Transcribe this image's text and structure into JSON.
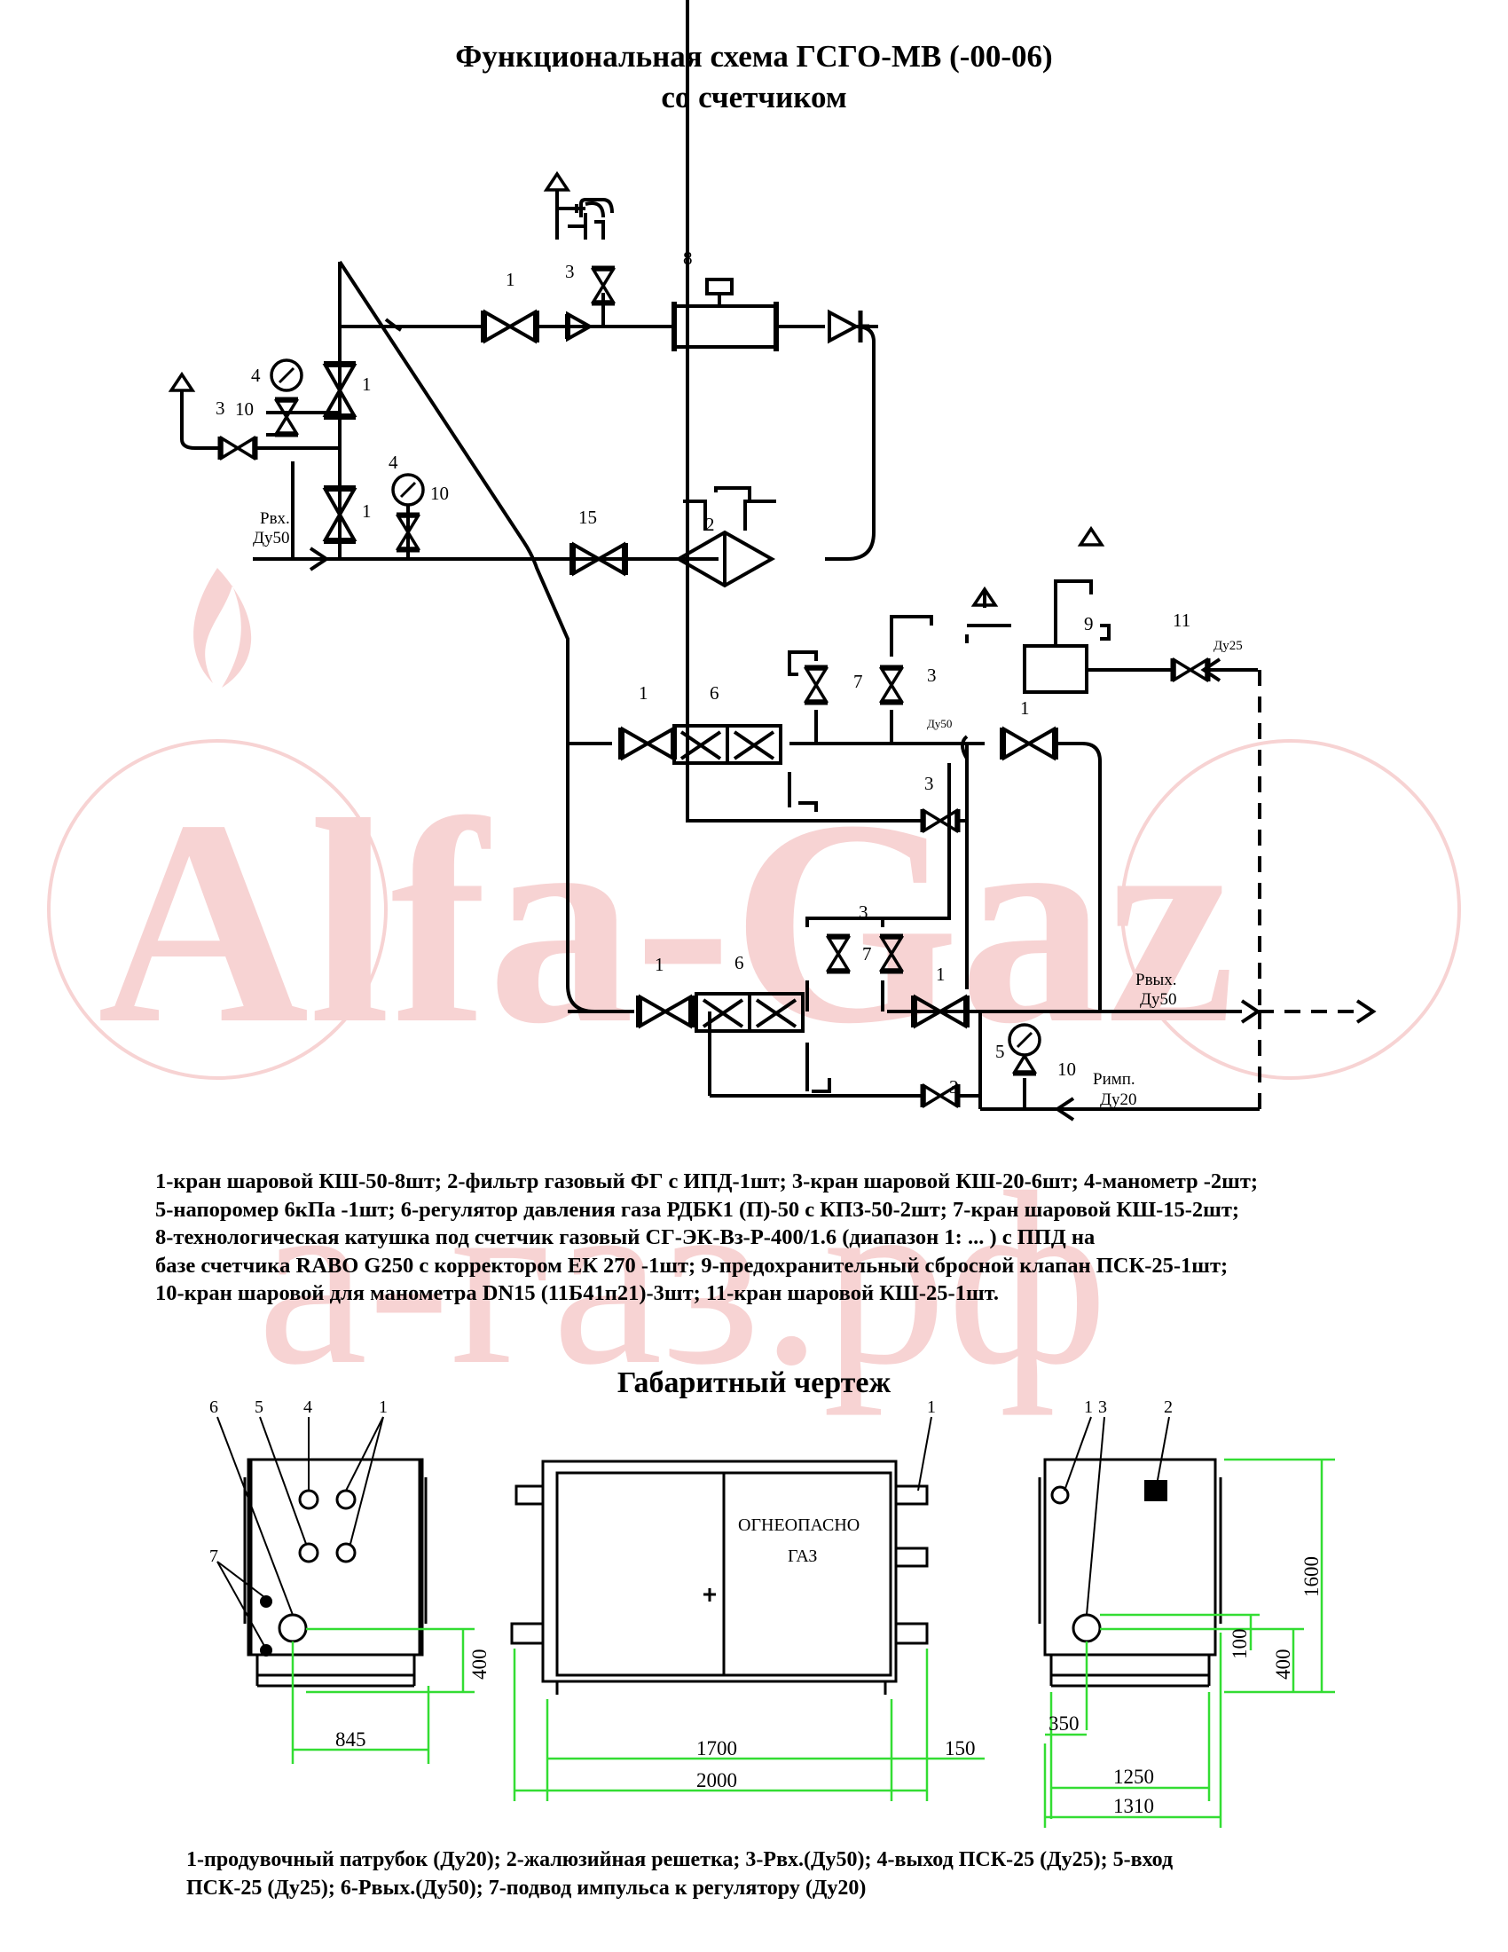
{
  "watermark": {
    "brand_text": "Alfa-Gaz",
    "domain_text": "а-газ.рф",
    "color": "#f5c9c9"
  },
  "title": {
    "line1": "Функциональная схема ГСГО-МВ (-00-06)",
    "line2": "со счетчиком"
  },
  "schema_labels": {
    "inlet_pressure": "Рвх.",
    "inlet_diameter": "Ду50",
    "outlet_pressure": "Рвых.",
    "outlet_diameter": "Ду50",
    "impulse_pressure": "Римп.",
    "impulse_diameter": "Ду20",
    "relief_diameter": "Ду25",
    "bypass_diameter": "Ду50",
    "n1": "1",
    "n2": "2",
    "n3": "3",
    "n4": "4",
    "n5": "5",
    "n6": "6",
    "n7": "7",
    "n8": "8",
    "n9": "9",
    "n10": "10",
    "n11": "11",
    "n15": "15"
  },
  "legend_lines": [
    "1-кран шаровой КШ-50-8шт; 2-фильтр газовый ФГ с ИПД-1шт; 3-кран шаровой КШ-20-6шт; 4-манометр -2шт;",
    "5-напоромер 6кПа -1шт; 6-регулятор давления газа РДБК1 (П)-50 с КПЗ-50-2шт; 7-кран шаровой КШ-15-2шт;",
    "8-технологическая катушка под счетчик газовый СГ-ЭК-Вз-Р-400/1.6 (диапазон 1: ... ) с ППД  на",
    "базе счетчика RABO G250 с корректором ЕК 270 -1шт; 9-предохранительный сбросной клапан ПСК-25-1шт;",
    "10-кран шаровой для манометра DN15 (11Б41п21)-3шт; 11-кран шаровой КШ-25-1шт."
  ],
  "dimension_title": "Габаритный чертеж",
  "cabinet": {
    "warning_line1": "ОГНЕОПАСНО",
    "warning_line2": "ГАЗ"
  },
  "dimensions": {
    "left_width": "845",
    "left_height": "400",
    "front_inner": "1700",
    "front_total": "2000",
    "front_side": "150",
    "right_height": "1600",
    "right_mid": "400",
    "right_small": "100",
    "right_offset": "350",
    "right_width": "1250",
    "right_total": "1310"
  },
  "dim_labels": {
    "a1": "1",
    "a4": "4",
    "a5": "5",
    "a6": "6",
    "a7": "7",
    "b1": "1",
    "c1": "1",
    "c2": "2",
    "c3": "3"
  },
  "bottom_legend_lines": [
    "1-продувочный патрубок (Ду20); 2-жалюзийная решетка; 3-Рвх.(Ду50); 4-выход ПСК-25 (Ду25); 5-вход",
    "ПСК-25 (Ду25); 6-Рвых.(Ду50); 7-подвод импульса к регулятору (Ду20)"
  ],
  "colors": {
    "dimension_lines": "#33dd33",
    "lines": "#000000"
  }
}
